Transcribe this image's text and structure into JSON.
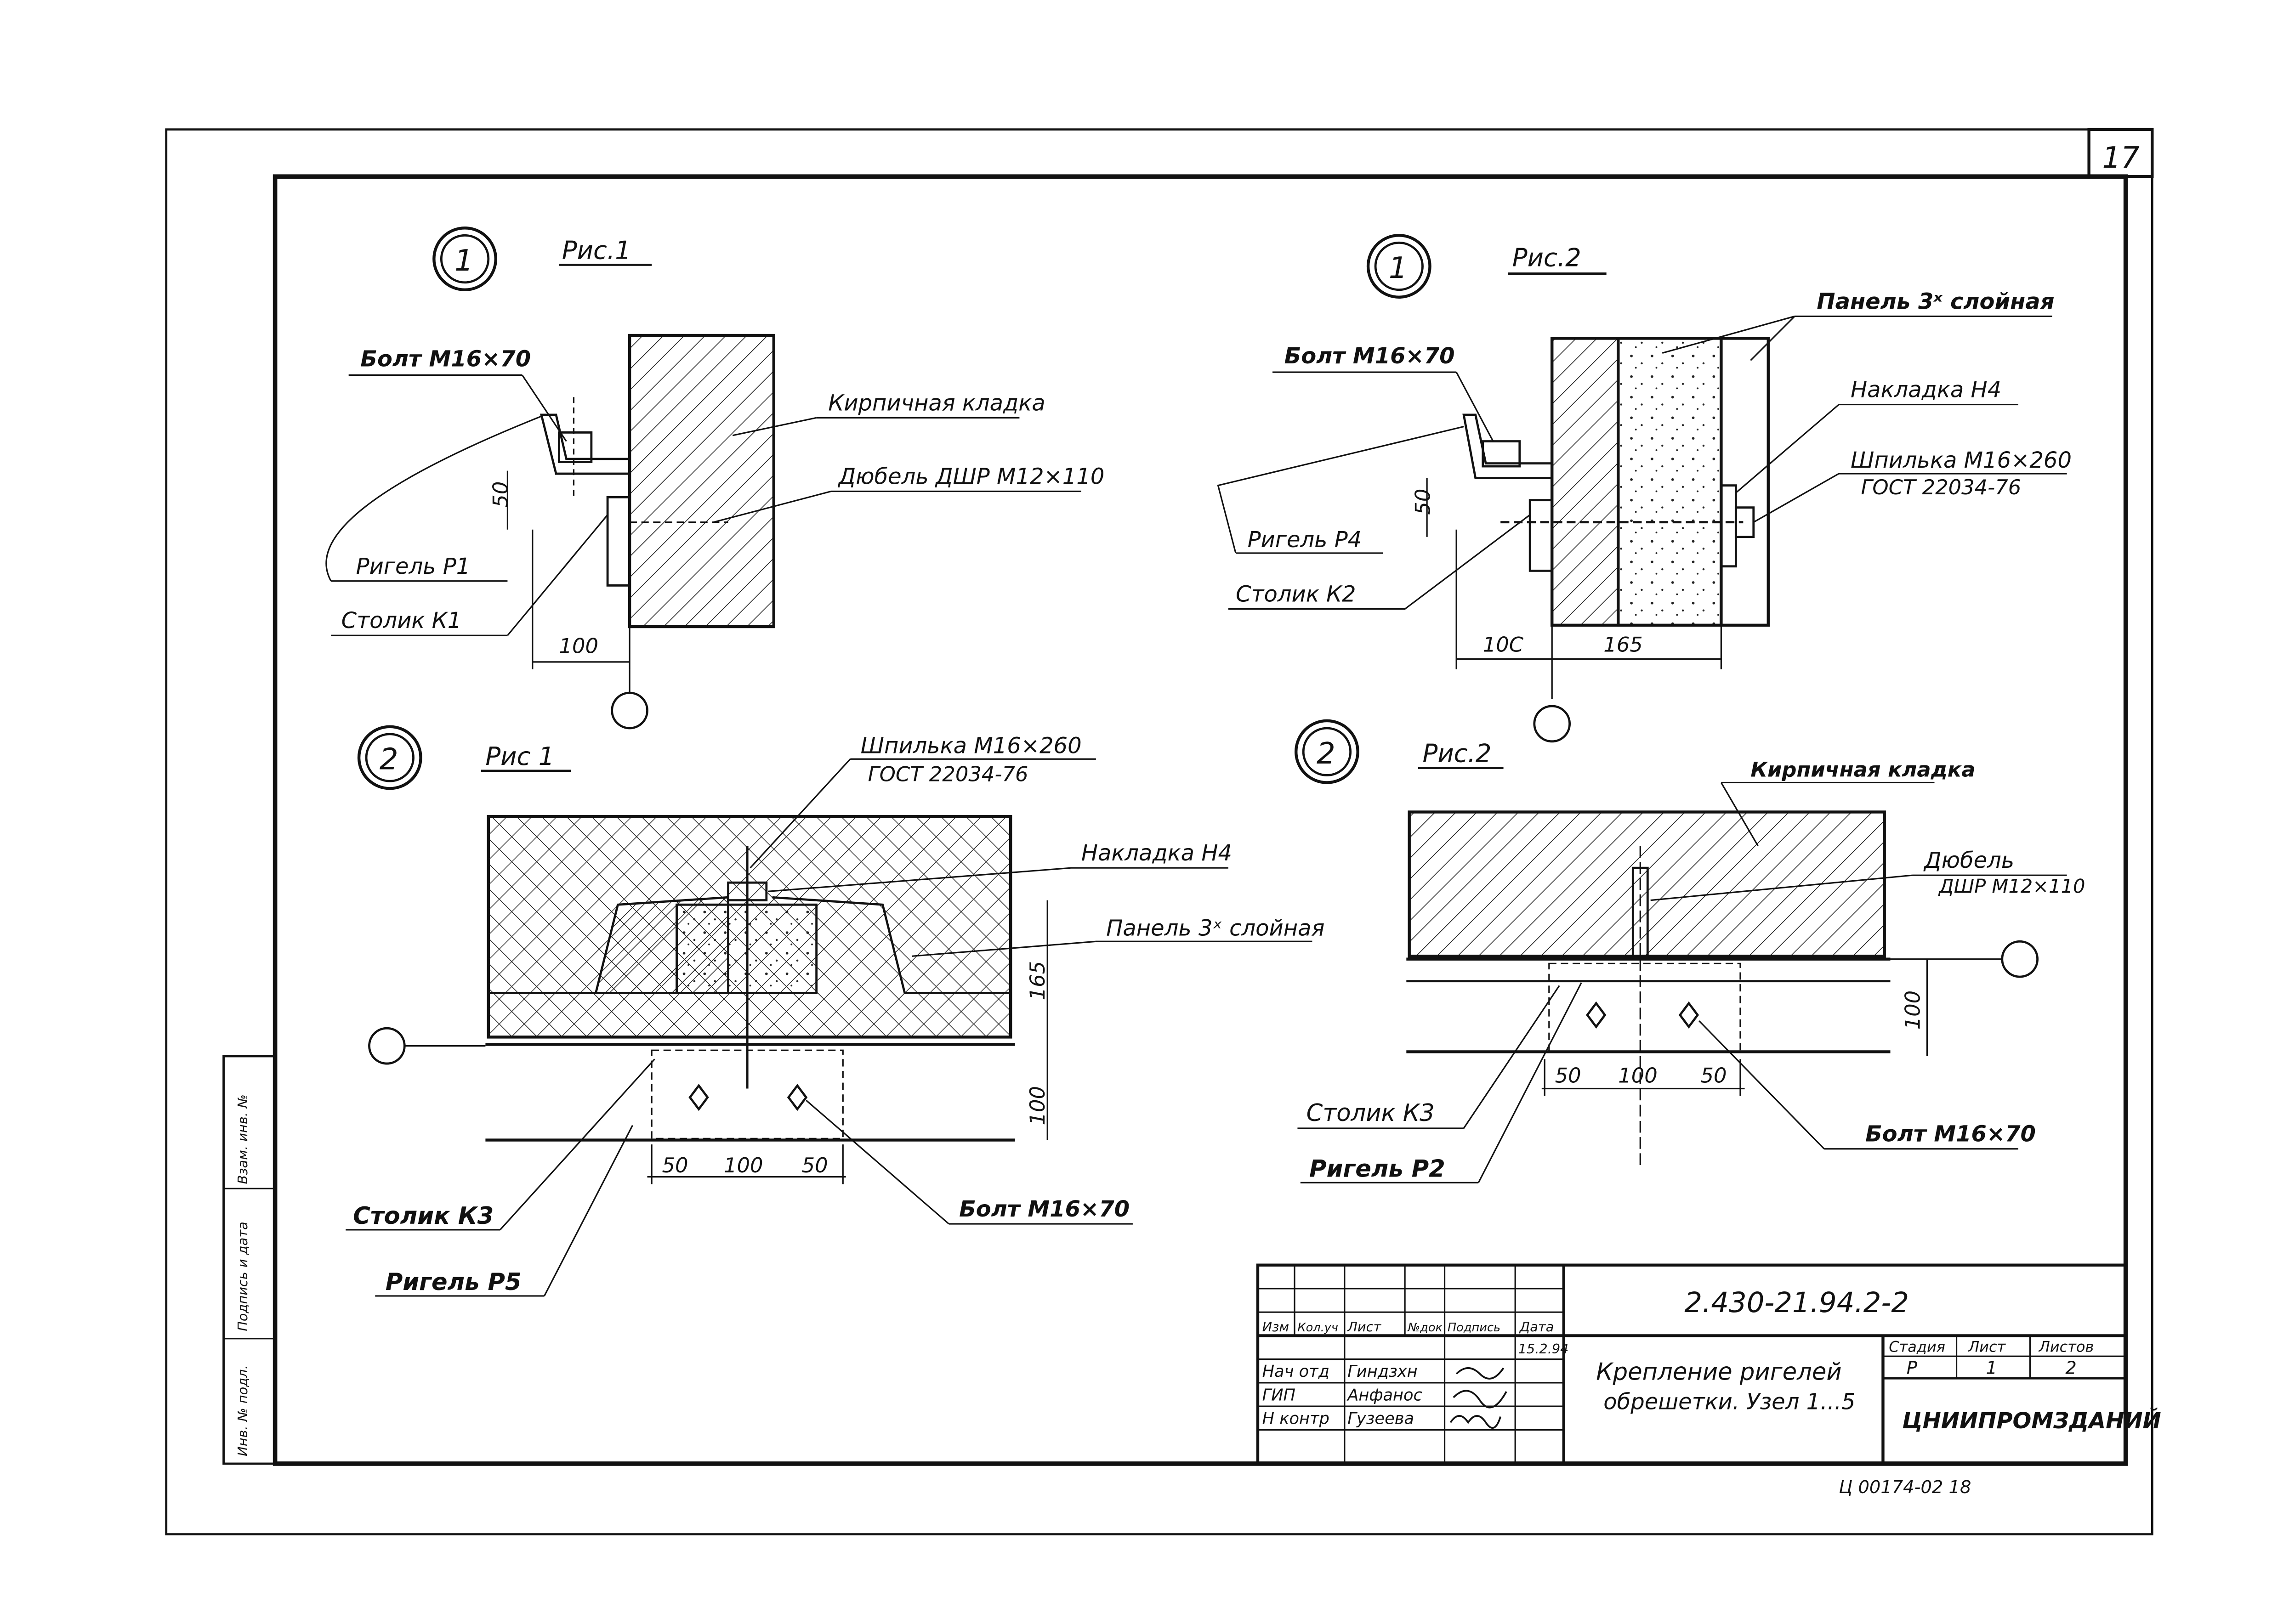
{
  "sheet_number": "17",
  "details": {
    "d1": {
      "mark": "1",
      "fig": "Рис.1",
      "bolt": "Болт М16×70",
      "masonry": "Кирпичная кладка",
      "dowel": "Дюбель ДШР М12×110",
      "beam": "Ригель Р1",
      "bracket": "Столик К1",
      "dim_h": "50",
      "dim_w": "100"
    },
    "d2": {
      "mark": "1",
      "fig": "Рис.2",
      "panel": "Панель 3ˣ слойная",
      "bolt": "Болт М16×70",
      "plate": "Накладка Н4",
      "stud": "Шпилька М16×260",
      "gost": "ГОСТ 22034-76",
      "beam": "Ригель Р4",
      "bracket": "Столик К2",
      "dim_h": "50",
      "dim_w1": "10С",
      "dim_w2": "165"
    },
    "d3": {
      "mark": "2",
      "fig": "Рис 1",
      "stud": "Шпилька М16×260",
      "gost": "ГОСТ 22034-76",
      "plate": "Накладка Н4",
      "panel": "Панель 3ˣ слойная",
      "bracket": "Столик К3",
      "beam": "Ригель Р5",
      "bolt": "Болт М16×70",
      "dim_a": "50",
      "dim_b": "100",
      "dim_c": "50",
      "dim_v1": "165",
      "dim_v2": "100"
    },
    "d4": {
      "mark": "2",
      "fig": "Рис.2",
      "masonry": "Кирпичная кладка",
      "dowel": "Дюбель",
      "dowel2": "ДШР М12×110",
      "bracket": "Столик К3",
      "beam": "Ригель Р2",
      "bolt": "Болт М16×70",
      "dim_a": "50",
      "dim_b": "100",
      "dim_c": "50",
      "dim_v": "100"
    }
  },
  "side_stamp": [
    "Взам. инв. №",
    "Подпись и дата",
    "Инв. № подл."
  ],
  "title_block": {
    "code": "2.430-21.94.2-2",
    "headers": [
      "Изм",
      "Кол.уч",
      "Лист",
      "№док",
      "Подпись",
      "Дата"
    ],
    "date": "15.2.94",
    "rows": [
      {
        "role": "Нач отд",
        "name": "Гиндзхн"
      },
      {
        "role": "ГИП",
        "name": "Анфанос"
      },
      {
        "role": "Н контр",
        "name": "Гузеева"
      }
    ],
    "title_line1": "Крепление ригелей",
    "title_line2": "обрешетки. Узел 1...5",
    "stage_label": "Стадия",
    "sheet_label": "Лист",
    "sheets_label": "Листов",
    "stage": "Р",
    "sheet": "1",
    "sheets": "2",
    "org": "ЦНИИПРОМЗДАНИЙ"
  },
  "archive_code": "Ц 00174-02 18"
}
